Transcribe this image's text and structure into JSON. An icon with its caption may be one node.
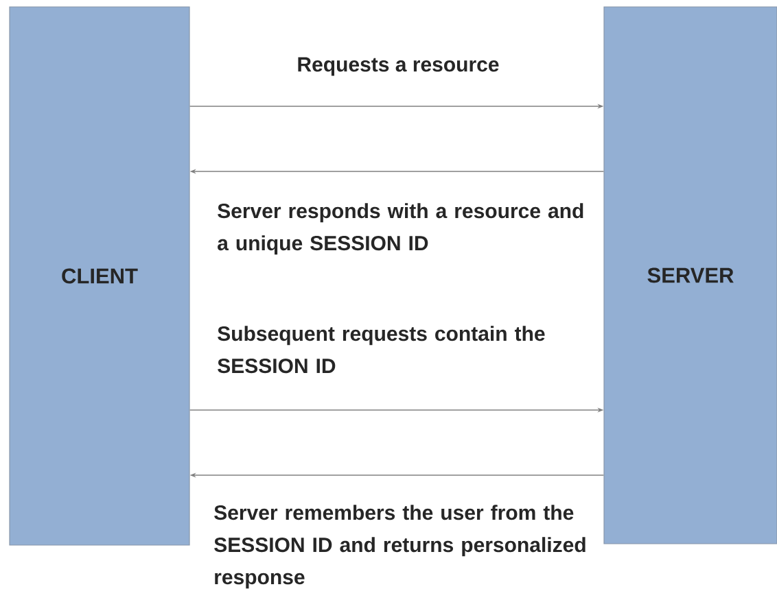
{
  "diagram": {
    "nodes": [
      {
        "text": [
          "CLIENT"
        ]
      },
      {
        "text": [
          "SERVER"
        ]
      }
    ],
    "edges": [
      {
        "from": 0,
        "to": 1,
        "arrow": "to",
        "label": "Requests a resource"
      },
      {
        "from": 1,
        "to": 0,
        "arrow": "to",
        "label": "Server responds with a resource and a unique SESSION ID"
      },
      {
        "from": 0,
        "to": 1,
        "arrow": "to",
        "label": "Subsequent requests contain the SESSION ID"
      },
      {
        "from": 1,
        "to": 0,
        "arrow": "to",
        "label": "Server remembers the user from the SESSION ID and returns personalized response"
      }
    ]
  }
}
